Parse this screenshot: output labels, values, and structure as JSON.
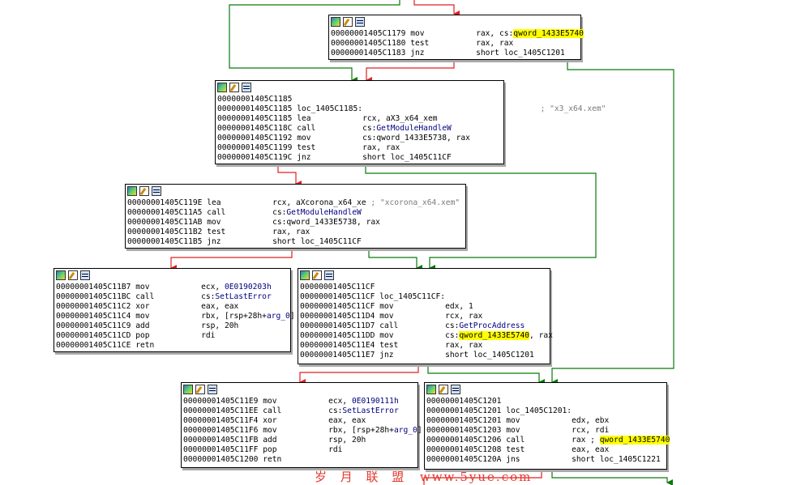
{
  "colors": {
    "true_edge": "#0a7a0a",
    "false_edge": "#e02020",
    "highlight": "#ffff00"
  },
  "blocks": [
    {
      "id": "b1",
      "lines": [
        {
          "addr": "00000001405C1179",
          "mn": "mov",
          "parts": [
            {
              "t": "rax, cs:"
            },
            {
              "t": "qword_1433E5740",
              "hl": true
            }
          ]
        },
        {
          "addr": "00000001405C1180",
          "mn": "test",
          "parts": [
            {
              "t": "rax, rax"
            }
          ]
        },
        {
          "addr": "00000001405C1183",
          "mn": "jnz",
          "parts": [
            {
              "t": "short loc_1405C1201"
            }
          ]
        }
      ]
    },
    {
      "id": "b2",
      "lines": [
        {
          "addr": "00000001405C1185",
          "mn": "",
          "parts": []
        },
        {
          "addr": "00000001405C1185",
          "label": "loc_1405C1185:",
          "comment": "; \"x3_x64.xem\""
        },
        {
          "addr": "00000001405C1185",
          "mn": "lea",
          "parts": [
            {
              "t": "rcx, aX3_x64_xem"
            }
          ]
        },
        {
          "addr": "00000001405C118C",
          "mn": "call",
          "parts": [
            {
              "t": "cs:"
            },
            {
              "t": "GetModuleHandleW",
              "name": true
            }
          ]
        },
        {
          "addr": "00000001405C1192",
          "mn": "mov",
          "parts": [
            {
              "t": "cs:qword_1433E5738, rax"
            }
          ]
        },
        {
          "addr": "00000001405C1199",
          "mn": "test",
          "parts": [
            {
              "t": "rax, rax"
            }
          ]
        },
        {
          "addr": "00000001405C119C",
          "mn": "jnz",
          "parts": [
            {
              "t": "short loc_1405C11CF"
            }
          ]
        }
      ]
    },
    {
      "id": "b3",
      "lines": [
        {
          "addr": "00000001405C119E",
          "mn": "lea",
          "parts": [
            {
              "t": "rcx, aXcorona_x64_xe"
            }
          ],
          "comment": "; \"xcorona_x64.xem\""
        },
        {
          "addr": "00000001405C11A5",
          "mn": "call",
          "parts": [
            {
              "t": "cs:"
            },
            {
              "t": "GetModuleHandleW",
              "name": true
            }
          ]
        },
        {
          "addr": "00000001405C11AB",
          "mn": "mov",
          "parts": [
            {
              "t": "cs:qword_1433E5738, rax"
            }
          ]
        },
        {
          "addr": "00000001405C11B2",
          "mn": "test",
          "parts": [
            {
              "t": "rax, rax"
            }
          ]
        },
        {
          "addr": "00000001405C11B5",
          "mn": "jnz",
          "parts": [
            {
              "t": "short loc_1405C11CF"
            }
          ]
        }
      ]
    },
    {
      "id": "b4",
      "lines": [
        {
          "addr": "00000001405C11B7",
          "mn": "mov",
          "parts": [
            {
              "t": "ecx, "
            },
            {
              "t": "0E0190203h",
              "name": true
            }
          ]
        },
        {
          "addr": "00000001405C11BC",
          "mn": "call",
          "parts": [
            {
              "t": "cs:"
            },
            {
              "t": "SetLastError",
              "name": true
            }
          ]
        },
        {
          "addr": "00000001405C11C2",
          "mn": "xor",
          "parts": [
            {
              "t": "eax, eax"
            }
          ]
        },
        {
          "addr": "00000001405C11C4",
          "mn": "mov",
          "parts": [
            {
              "t": "rbx, [rsp+28h+"
            },
            {
              "t": "arg_0",
              "name": true
            },
            {
              "t": "]"
            }
          ]
        },
        {
          "addr": "00000001405C11C9",
          "mn": "add",
          "parts": [
            {
              "t": "rsp, 20h"
            }
          ]
        },
        {
          "addr": "00000001405C11CD",
          "mn": "pop",
          "parts": [
            {
              "t": "rdi"
            }
          ]
        },
        {
          "addr": "00000001405C11CE",
          "mn": "retn",
          "parts": []
        }
      ]
    },
    {
      "id": "b5",
      "lines": [
        {
          "addr": "00000001405C11CF",
          "mn": "",
          "parts": []
        },
        {
          "addr": "00000001405C11CF",
          "label": "loc_1405C11CF:"
        },
        {
          "addr": "00000001405C11CF",
          "mn": "mov",
          "parts": [
            {
              "t": "edx, 1"
            }
          ]
        },
        {
          "addr": "00000001405C11D4",
          "mn": "mov",
          "parts": [
            {
              "t": "rcx, rax"
            }
          ]
        },
        {
          "addr": "00000001405C11D7",
          "mn": "call",
          "parts": [
            {
              "t": "cs:"
            },
            {
              "t": "GetProcAddress",
              "name": true
            }
          ]
        },
        {
          "addr": "00000001405C11DD",
          "mn": "mov",
          "parts": [
            {
              "t": "cs:"
            },
            {
              "t": "qword_1433E5740",
              "hl": true
            },
            {
              "t": ", rax"
            }
          ]
        },
        {
          "addr": "00000001405C11E4",
          "mn": "test",
          "parts": [
            {
              "t": "rax, rax"
            }
          ]
        },
        {
          "addr": "00000001405C11E7",
          "mn": "jnz",
          "parts": [
            {
              "t": "short loc_1405C1201"
            }
          ]
        }
      ]
    },
    {
      "id": "b6",
      "lines": [
        {
          "addr": "00000001405C11E9",
          "mn": "mov",
          "parts": [
            {
              "t": "ecx, "
            },
            {
              "t": "0E0190111h",
              "name": true
            }
          ]
        },
        {
          "addr": "00000001405C11EE",
          "mn": "call",
          "parts": [
            {
              "t": "cs:"
            },
            {
              "t": "SetLastError",
              "name": true
            }
          ]
        },
        {
          "addr": "00000001405C11F4",
          "mn": "xor",
          "parts": [
            {
              "t": "eax, eax"
            }
          ]
        },
        {
          "addr": "00000001405C11F6",
          "mn": "mov",
          "parts": [
            {
              "t": "rbx, [rsp+28h+"
            },
            {
              "t": "arg_0",
              "name": true
            },
            {
              "t": "]"
            }
          ]
        },
        {
          "addr": "00000001405C11FB",
          "mn": "add",
          "parts": [
            {
              "t": "rsp, 20h"
            }
          ]
        },
        {
          "addr": "00000001405C11FF",
          "mn": "pop",
          "parts": [
            {
              "t": "rdi"
            }
          ]
        },
        {
          "addr": "00000001405C1200",
          "mn": "retn",
          "parts": []
        }
      ]
    },
    {
      "id": "b7",
      "lines": [
        {
          "addr": "00000001405C1201",
          "mn": "",
          "parts": []
        },
        {
          "addr": "00000001405C1201",
          "label": "loc_1405C1201:"
        },
        {
          "addr": "00000001405C1201",
          "mn": "mov",
          "parts": [
            {
              "t": "edx, ebx"
            }
          ]
        },
        {
          "addr": "00000001405C1203",
          "mn": "mov",
          "parts": [
            {
              "t": "rcx, rdi"
            }
          ]
        },
        {
          "addr": "00000001405C1206",
          "mn": "call",
          "parts": [
            {
              "t": "rax ; "
            },
            {
              "t": "qword_1433E5740",
              "hl": true
            }
          ]
        },
        {
          "addr": "00000001405C1208",
          "mn": "test",
          "parts": [
            {
              "t": "eax, eax"
            }
          ]
        },
        {
          "addr": "00000001405C120A",
          "mn": "jns",
          "parts": [
            {
              "t": "short loc_1405C1221"
            }
          ]
        }
      ]
    }
  ],
  "watermark": {
    "cn": "岁 月 联 盟",
    "url": "www.5yue.com"
  }
}
